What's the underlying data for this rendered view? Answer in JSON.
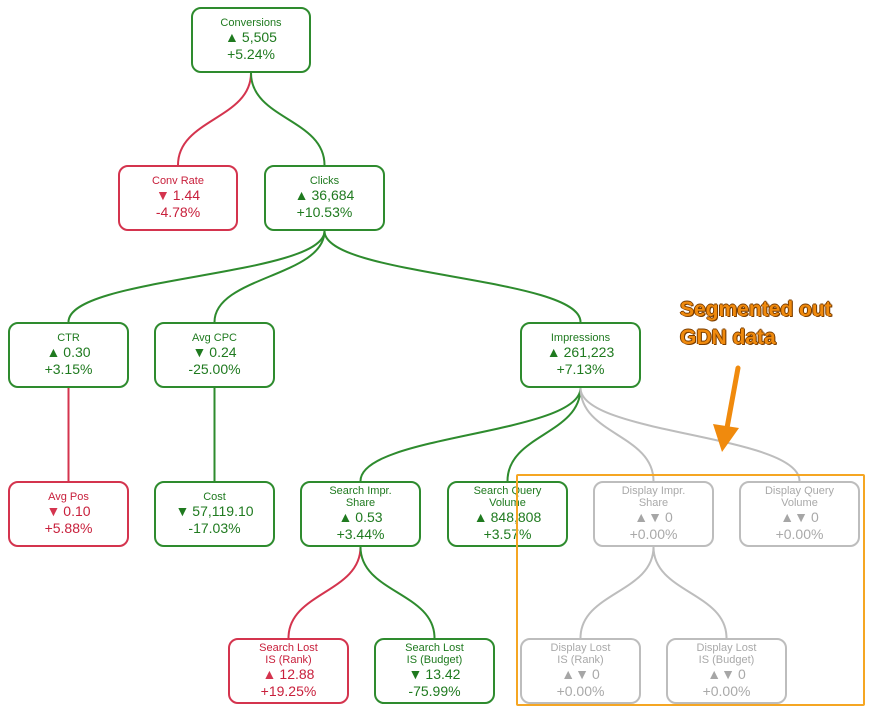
{
  "nodes": {
    "conversions": {
      "title": "Conversions",
      "arrow": "▲",
      "value": "5,505",
      "change": "+5.24%",
      "status": "green"
    },
    "conv_rate": {
      "title": "Conv Rate",
      "arrow": "▼",
      "value": "1.44",
      "change": "-4.78%",
      "status": "red"
    },
    "clicks": {
      "title": "Clicks",
      "arrow": "▲",
      "value": "36,684",
      "change": "+10.53%",
      "status": "green"
    },
    "ctr": {
      "title": "CTR",
      "arrow": "▲",
      "value": "0.30",
      "change": "+3.15%",
      "status": "green"
    },
    "avg_cpc": {
      "title": "Avg CPC",
      "arrow": "▼",
      "value": "0.24",
      "change": "-25.00%",
      "status": "green"
    },
    "impressions": {
      "title": "Impressions",
      "arrow": "▲",
      "value": "261,223",
      "change": "+7.13%",
      "status": "green"
    },
    "avg_pos": {
      "title": "Avg Pos",
      "arrow": "▼",
      "value": "0.10",
      "change": "+5.88%",
      "status": "red"
    },
    "cost": {
      "title": "Cost",
      "arrow": "▼",
      "value": "57,119.10",
      "change": "-17.03%",
      "status": "green"
    },
    "search_impr_share": {
      "title_line1": "Search Impr.",
      "title_line2": "Share",
      "arrow": "▲",
      "value": "0.53",
      "change": "+3.44%",
      "status": "green"
    },
    "search_query_volume": {
      "title_line1": "Search Query",
      "title_line2": "Volume",
      "arrow": "▲",
      "value": "848,808",
      "change": "+3.57%",
      "status": "green"
    },
    "display_impr_share": {
      "title_line1": "Display Impr.",
      "title_line2": "Share",
      "arrow": "▲▼",
      "value": "0",
      "change": "+0.00%",
      "status": "gray"
    },
    "display_query_volume": {
      "title_line1": "Display Query",
      "title_line2": "Volume",
      "arrow": "▲▼",
      "value": "0",
      "change": "+0.00%",
      "status": "gray"
    },
    "search_lost_is_rank": {
      "title_line1": "Search Lost",
      "title_line2": "IS (Rank)",
      "arrow": "▲",
      "value": "12.88",
      "change": "+19.25%",
      "status": "red"
    },
    "search_lost_is_budget": {
      "title_line1": "Search Lost",
      "title_line2": "IS (Budget)",
      "arrow": "▼",
      "value": "13.42",
      "change": "-75.99%",
      "status": "green"
    },
    "display_lost_is_rank": {
      "title_line1": "Display Lost",
      "title_line2": "IS (Rank)",
      "arrow": "▲▼",
      "value": "0",
      "change": "+0.00%",
      "status": "gray"
    },
    "display_lost_is_budget": {
      "title_line1": "Display Lost",
      "title_line2": "IS (Budget)",
      "arrow": "▲▼",
      "value": "0",
      "change": "+0.00%",
      "status": "gray"
    }
  },
  "edges": [
    {
      "from": "conversions",
      "to": "conv_rate",
      "status": "red"
    },
    {
      "from": "conversions",
      "to": "clicks",
      "status": "green"
    },
    {
      "from": "clicks",
      "to": "ctr",
      "status": "green"
    },
    {
      "from": "clicks",
      "to": "avg_cpc",
      "status": "green"
    },
    {
      "from": "clicks",
      "to": "impressions",
      "status": "green"
    },
    {
      "from": "ctr",
      "to": "avg_pos",
      "status": "red"
    },
    {
      "from": "avg_cpc",
      "to": "cost",
      "status": "green"
    },
    {
      "from": "impressions",
      "to": "search_impr_share",
      "status": "green"
    },
    {
      "from": "impressions",
      "to": "search_query_volume",
      "status": "green"
    },
    {
      "from": "impressions",
      "to": "display_impr_share",
      "status": "gray"
    },
    {
      "from": "impressions",
      "to": "display_query_volume",
      "status": "gray"
    },
    {
      "from": "search_impr_share",
      "to": "search_lost_is_rank",
      "status": "red"
    },
    {
      "from": "search_impr_share",
      "to": "search_lost_is_budget",
      "status": "green"
    },
    {
      "from": "display_impr_share",
      "to": "display_lost_is_rank",
      "status": "gray"
    },
    {
      "from": "display_impr_share",
      "to": "display_lost_is_budget",
      "status": "gray"
    }
  ],
  "annotation": {
    "line1": "Segmented out",
    "line2": "GDN data"
  },
  "colors": {
    "green": "#2e8b2e",
    "red": "#d4344e",
    "gray": "#bdbdbd",
    "accent": "#f5a623"
  }
}
